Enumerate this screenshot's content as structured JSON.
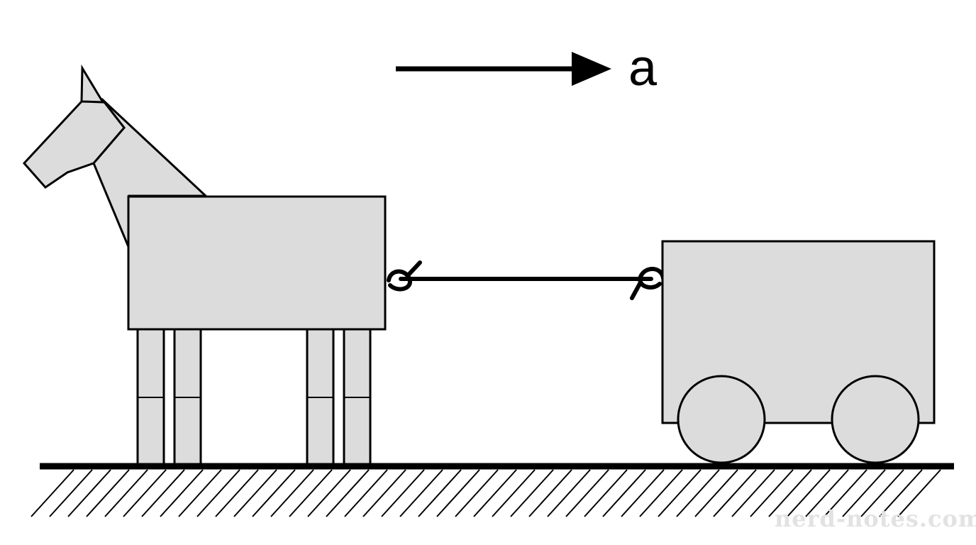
{
  "diagram": {
    "acceleration_label": "a",
    "watermark": "nerd-notes.com",
    "colors": {
      "fill": "#dcdcdc",
      "stroke": "#000000",
      "background": "#ffffff",
      "watermark": "#e2e2e2"
    },
    "objects": [
      "horse",
      "rope",
      "cart",
      "ground",
      "acceleration-arrow"
    ]
  }
}
